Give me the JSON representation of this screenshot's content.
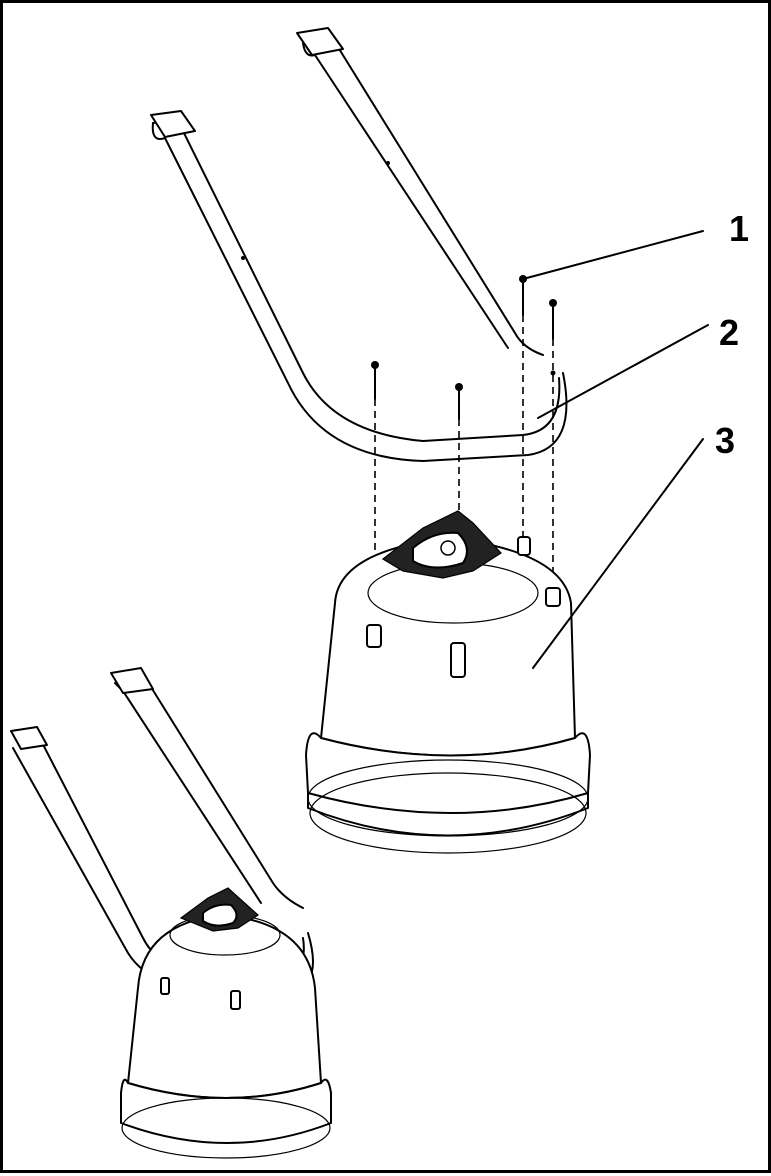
{
  "callouts": [
    {
      "number": "1",
      "part": "screw"
    },
    {
      "number": "2",
      "part": "handle"
    },
    {
      "number": "3",
      "part": "base"
    }
  ],
  "colors": {
    "line": "#000000",
    "background": "#ffffff",
    "knob": "#222222"
  }
}
